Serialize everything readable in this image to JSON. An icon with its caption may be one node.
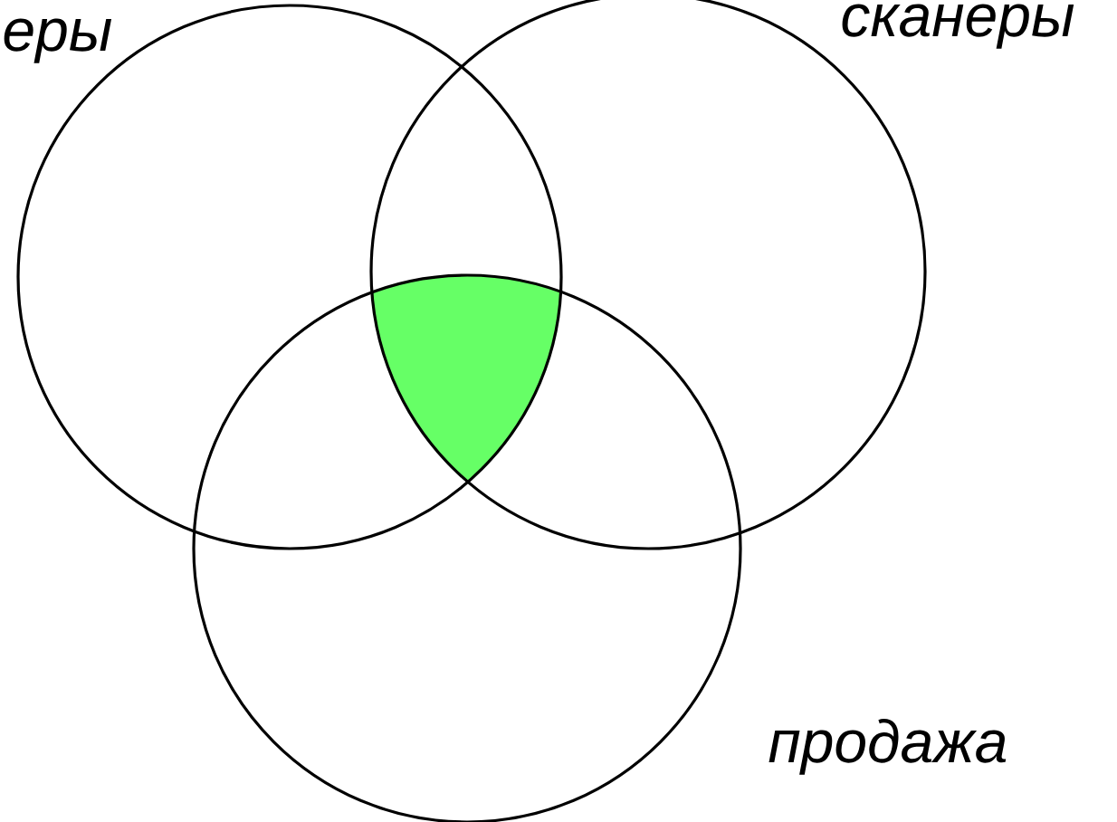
{
  "diagram": {
    "nodes": [
      {
        "text": [
          "еры"
        ]
      },
      {
        "text": [
          "сканеры"
        ]
      },
      {
        "text": [
          "продажа"
        ]
      },
      {
        "text": [],
        "shape": "region"
      }
    ]
  }
}
